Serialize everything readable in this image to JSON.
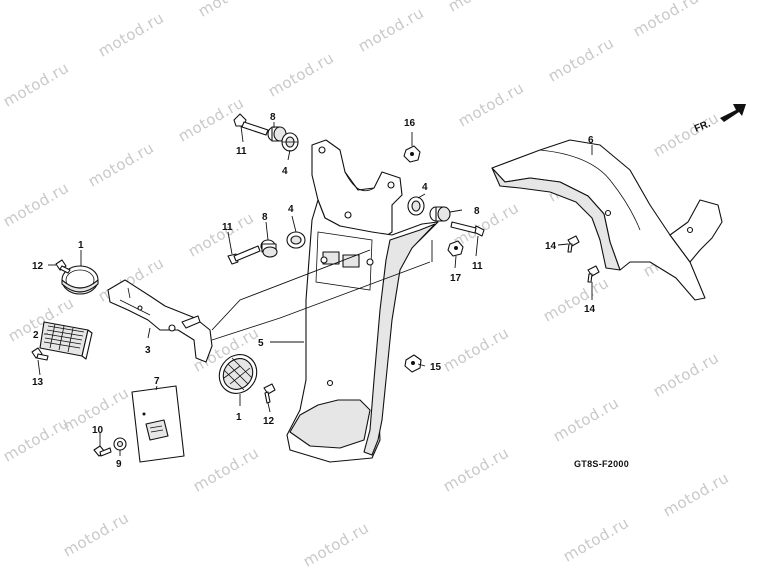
{
  "watermark": "motod.ru",
  "direction_label": "FR.",
  "diagram_code": "GT8S-F2000",
  "callouts": {
    "c1a": "1",
    "c1b": "1",
    "c2": "2",
    "c3": "3",
    "c4a": "4",
    "c4b": "4",
    "c4c": "4",
    "c5": "5",
    "c6": "6",
    "c7": "7",
    "c8a": "8",
    "c8b": "8",
    "c8c": "8",
    "c9": "9",
    "c10": "10",
    "c11a": "11",
    "c11b": "11",
    "c11c": "11",
    "c12a": "12",
    "c12b": "12",
    "c13": "13",
    "c14a": "14",
    "c14b": "14",
    "c15": "15",
    "c16": "16",
    "c17": "17"
  }
}
